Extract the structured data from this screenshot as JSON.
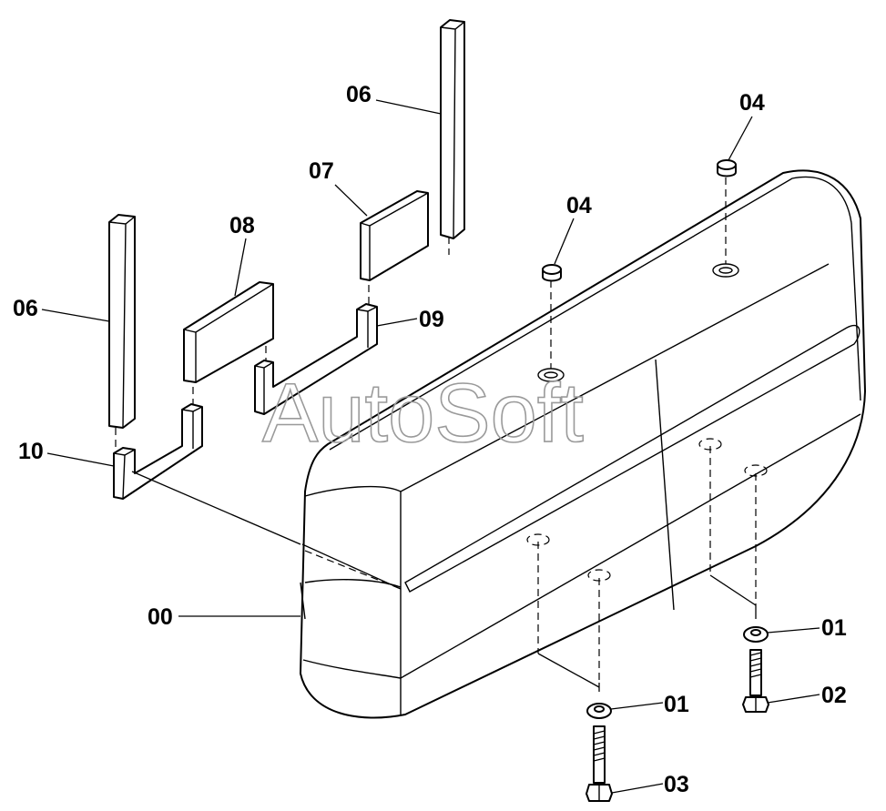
{
  "watermark": "AutoSoft",
  "callouts": {
    "counterweight": "00",
    "washer_left": "01",
    "washer_right": "01",
    "bolt_right": "02",
    "bolt_left": "03",
    "plug_top": "04",
    "plug_mid": "04",
    "bar_right": "06",
    "bar_left": "06",
    "plate_right": "07",
    "plate_left": "08",
    "bracket_right": "09",
    "bracket_left": "10"
  }
}
